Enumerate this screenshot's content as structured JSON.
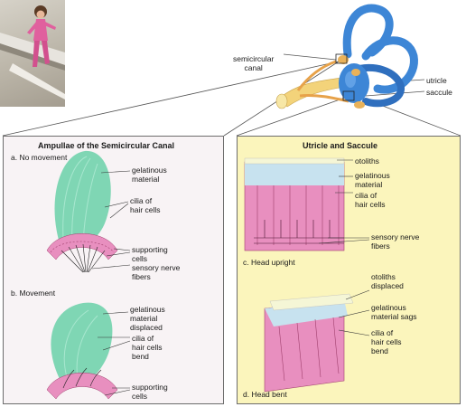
{
  "top_labels": {
    "semicircular_canal": "semicircular\ncanal",
    "utricle": "utricle",
    "saccule": "saccule"
  },
  "left_panel": {
    "title": "Ampullae of the Semicircular Canal",
    "section_a": "a. No movement",
    "section_b": "b. Movement",
    "labels_a": {
      "gelatinous": "gelatinous\nmaterial",
      "cilia": "cilia of\nhair cells",
      "supporting": "supporting\ncells",
      "sensory": "sensory nerve\nfibers"
    },
    "labels_b": {
      "gelatinous": "gelatinous\nmaterial\ndisplaced",
      "cilia": "cilia of\nhair cells\nbend",
      "supporting": "supporting\ncells"
    }
  },
  "right_panel": {
    "title": "Utricle and Saccule",
    "caption_c": "c. Head upright",
    "caption_d": "d. Head bent",
    "labels_c": {
      "otoliths": "otoliths",
      "gelatinous": "gelatinous\nmaterial",
      "cilia": "cilia of\nhair cells",
      "sensory": "sensory nerve\nfibers"
    },
    "labels_d": {
      "otoliths": "otoliths\ndisplaced",
      "gelatinous": "gelatinous\nmaterial sags",
      "cilia": "cilia of\nhair cells\nbend"
    }
  },
  "colors": {
    "gel": "#7fd6b4",
    "hair_cell": "#e88fbf",
    "otolith_layer": "#c7e2ef",
    "left_bg": "#f8f3f5",
    "right_bg": "#fbf5bc",
    "inner_ear": "#3d86d6"
  }
}
